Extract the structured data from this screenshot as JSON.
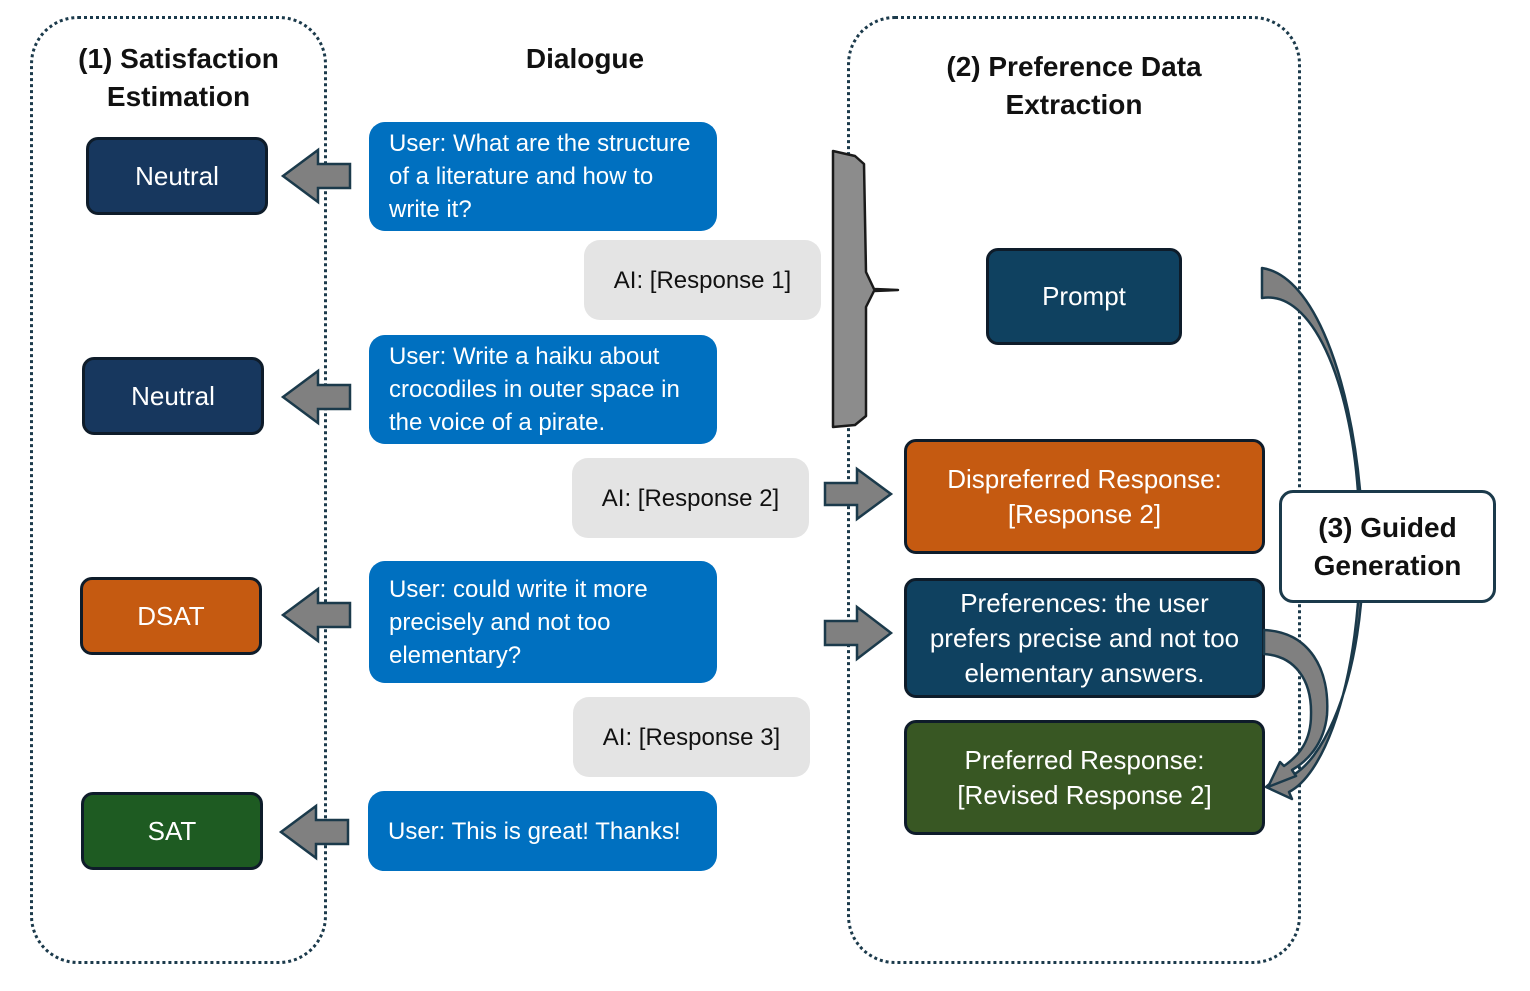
{
  "sections": {
    "satisfaction": "(1) Satisfaction\nEstimation",
    "dialogue": "Dialogue",
    "preference": "(2) Preference Data\nExtraction",
    "guided": "(3) Guided\nGeneration"
  },
  "labels": {
    "l1": "Neutral",
    "l2": "Neutral",
    "l3": "DSAT",
    "l4": "SAT"
  },
  "dialogue": {
    "u1": "User: What are the structure of a literature and how to write it?",
    "a1": "AI: [Response 1]",
    "u2": "User: Write a haiku about crocodiles in outer space in the voice of a pirate.",
    "a2": "AI: [Response 2]",
    "u3": "User: could write it more precisely and not too elementary?",
    "a3": "AI: [Response 3]",
    "u4": "User: This is great! Thanks!"
  },
  "extraction": {
    "prompt": "Prompt",
    "dispreferred": "Dispreferred Response:\n[Response 2]",
    "preferences": "Preferences: the user prefers precise and not too elementary answers.",
    "preferred": "Preferred Response:\n[Revised Response 2]"
  }
}
